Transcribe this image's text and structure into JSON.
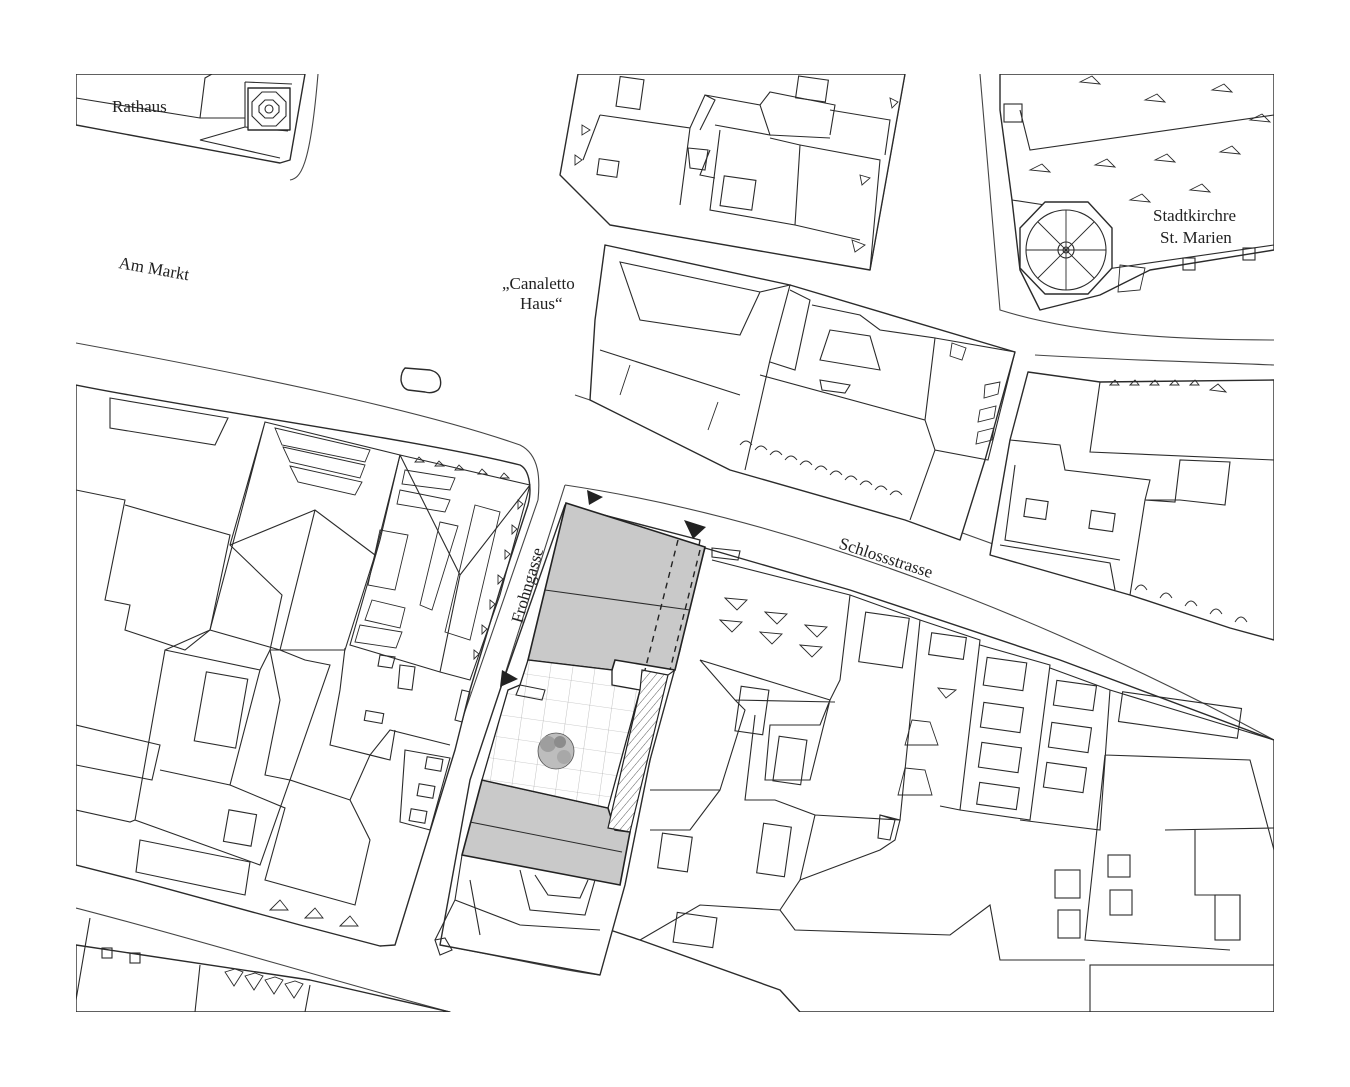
{
  "labels": {
    "rathaus": "Rathaus",
    "am_markt": "Am Markt",
    "canaletto_1": "„Canaletto",
    "canaletto_2": "Haus“",
    "kirche_1": "Stadtkirchre",
    "kirche_2": "St. Marien",
    "frohngasse": "Frohngasse",
    "schlossstrasse": "Schlossstrasse"
  },
  "colors": {
    "site_fill": "#c9c9c9",
    "line": "#2b2b2b"
  },
  "icons": {
    "entrance_markers": "triangle-arrow-icon",
    "tree": "tree-icon",
    "tower": "octagon-tower-icon"
  }
}
